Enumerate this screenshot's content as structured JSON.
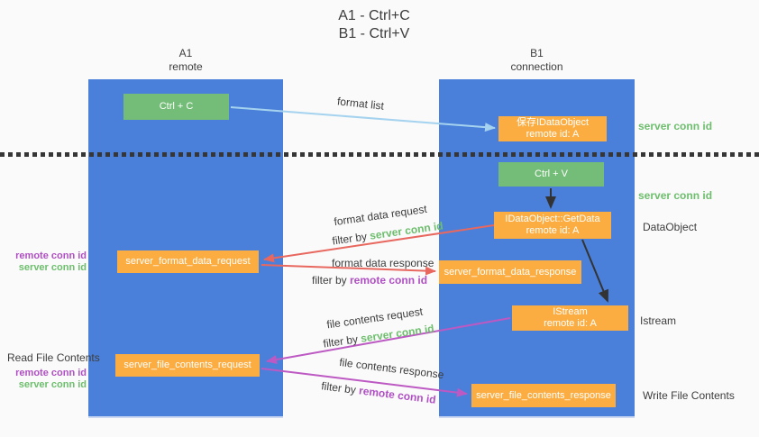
{
  "title": {
    "line1": "A1 - Ctrl+C",
    "line2": "B1 - Ctrl+V"
  },
  "lanes": {
    "left": {
      "title": "A1",
      "subtitle": "remote"
    },
    "right": {
      "title": "B1",
      "subtitle": "connection"
    }
  },
  "nodes": {
    "ctrl_c": {
      "label": "Ctrl + C"
    },
    "save_dataobject": {
      "line1": "保存IDataObject",
      "line2": "remote id: A"
    },
    "ctrl_v": {
      "label": "Ctrl + V"
    },
    "getdata": {
      "line1": "IDataObject::GetData",
      "line2": "remote id: A"
    },
    "format_request": {
      "label": "server_format_data_request"
    },
    "format_response": {
      "label": "server_format_data_response"
    },
    "istream": {
      "line1": "IStream",
      "line2": "remote id: A"
    },
    "file_request": {
      "label": "server_file_contents_request"
    },
    "file_response": {
      "label": "server_file_contents_response"
    }
  },
  "annotations": {
    "server_conn_id_top": "server conn id",
    "server_conn_id_mid": "server conn id",
    "dataobject": "DataObject",
    "istream": "Istream",
    "read_file_contents": "Read File Contents",
    "write_file_contents": "Write File Contents",
    "remote_conn_id": "remote conn id",
    "server_conn_id": "server conn id"
  },
  "edge_labels": {
    "format_list": "format list",
    "format_data_request": "format data request",
    "format_data_response": "format data response",
    "file_contents_request": "file contents request",
    "file_contents_response": "file contents response",
    "filter_by": "filter by ",
    "server_conn_id": "server conn id",
    "remote_conn_id": "remote conn id"
  },
  "colors": {
    "lane_blue": "#4a80d9",
    "node_green": "#74bd78",
    "node_orange": "#fbad41",
    "arrow_red": "#e8685f",
    "arrow_magenta": "#bd59c3",
    "arrow_lightblue": "#a5d3ef",
    "arrow_black": "#333333",
    "text_green": "#6dbe6d",
    "text_purple": "#b04fc4",
    "text_dark": "#3d3d3d",
    "background": "#fafafa"
  }
}
